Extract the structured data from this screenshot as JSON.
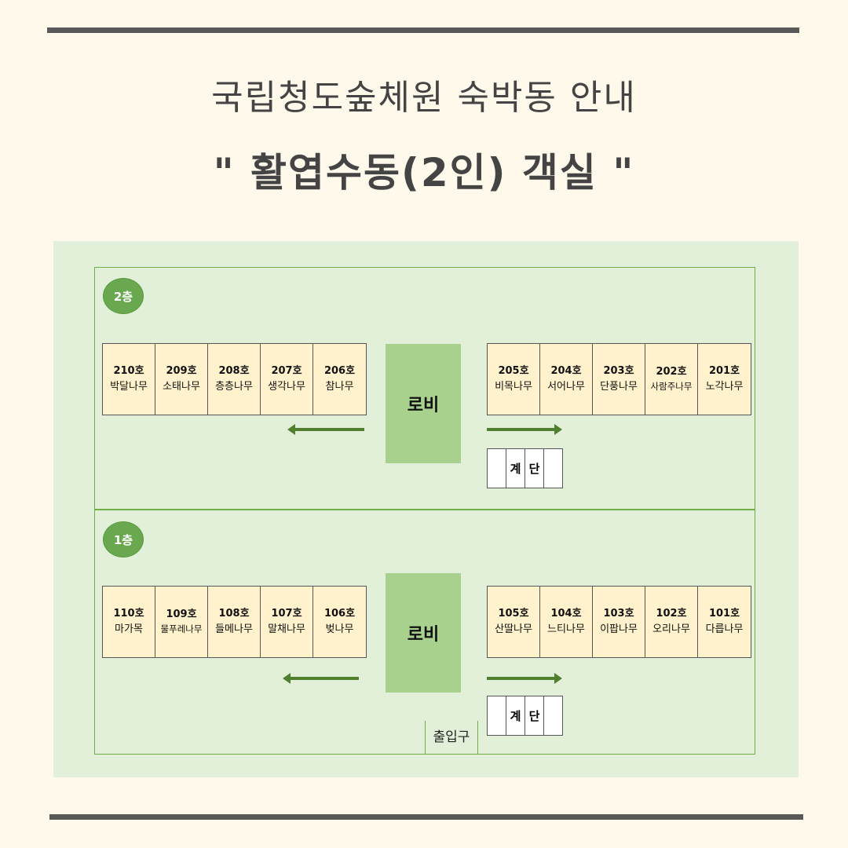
{
  "title": {
    "line1": "국립청도숲체원 숙박동 안내",
    "line2": "\" 활엽수동(2인) 객실 \""
  },
  "floors": [
    {
      "label": "2층",
      "left_rooms": [
        {
          "no": "210호",
          "name": "박달나무"
        },
        {
          "no": "209호",
          "name": "소태나무"
        },
        {
          "no": "208호",
          "name": "층층나무"
        },
        {
          "no": "207호",
          "name": "생각나무"
        },
        {
          "no": "206호",
          "name": "참나무"
        }
      ],
      "right_rooms": [
        {
          "no": "205호",
          "name": "비목나무"
        },
        {
          "no": "204호",
          "name": "서어나무"
        },
        {
          "no": "203호",
          "name": "단풍나무"
        },
        {
          "no": "202호",
          "name": "사람주나무"
        },
        {
          "no": "201호",
          "name": "노각나무"
        }
      ],
      "lobby": "로비",
      "stairs": [
        "계",
        "단"
      ]
    },
    {
      "label": "1층",
      "left_rooms": [
        {
          "no": "110호",
          "name": "마가목"
        },
        {
          "no": "109호",
          "name": "물푸레나무"
        },
        {
          "no": "108호",
          "name": "들메나무"
        },
        {
          "no": "107호",
          "name": "말채나무"
        },
        {
          "no": "106호",
          "name": "벚나무"
        }
      ],
      "right_rooms": [
        {
          "no": "105호",
          "name": "산딸나무"
        },
        {
          "no": "104호",
          "name": "느티나무"
        },
        {
          "no": "103호",
          "name": "이팝나무"
        },
        {
          "no": "102호",
          "name": "오리나무"
        },
        {
          "no": "101호",
          "name": "다릅나무"
        }
      ],
      "lobby": "로비",
      "stairs": [
        "계",
        "단"
      ]
    }
  ],
  "entrance": "출입구",
  "colors": {
    "background": "#fef9ea",
    "panel": "#e2efd9",
    "room": "#fff2cc",
    "lobby": "#a9d18e",
    "accent": "#6aa84f"
  }
}
